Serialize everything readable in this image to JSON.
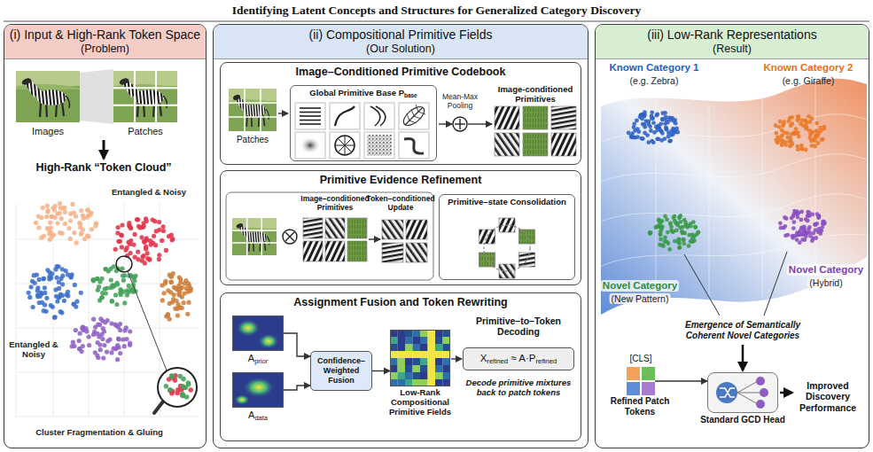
{
  "diagram": {
    "title": "Identifying Latent Concepts and Structures for Generalized Category Discovery",
    "nodes": [
      {
        "text": [
          "(i) Input & High-Rank Token Space",
          "(Problem)"
        ]
      },
      {
        "text": [
          "(ii) Compositional Primitive Fields",
          "(Our Solution)"
        ]
      },
      {
        "text": [
          "Image–Conditioned Primitive Codebook"
        ],
        "in": 1
      },
      {
        "text": [
          "Global Primitive Base Pbase"
        ],
        "in": 2
      },
      {
        "text": [
          "Primitive Evidence Refinement"
        ],
        "in": 1
      },
      {
        "text": [
          "Primitive–state Consolidation"
        ],
        "in": 4
      },
      {
        "text": [
          "Assignment Fusion and Token Rewriting"
        ],
        "in": 1
      },
      {
        "text": [
          "Aprior"
        ],
        "in": 6
      },
      {
        "text": [
          "Adata"
        ],
        "in": 6
      },
      {
        "text": [
          "Confidence–Weighted Fusion"
        ],
        "in": 6
      },
      {
        "text": [
          "Low-Rank Compositional Primitive Fields"
        ],
        "in": 6
      },
      {
        "text": [
          "Xrefined ≈ A·Prefined"
        ],
        "in": 6
      },
      {
        "text": [
          "(iii) Low-Rank Representations",
          "(Result)"
        ]
      },
      {
        "text": [
          "Refined Patch Tokens"
        ],
        "in": 12
      },
      {
        "text": [
          "Standard GCD Head"
        ],
        "in": 12
      }
    ],
    "edges": [
      {
        "from": 7,
        "to": 9,
        "arrow": "to"
      },
      {
        "from": 8,
        "to": 9,
        "arrow": "to"
      },
      {
        "from": 9,
        "to": 10,
        "arrow": "to"
      },
      {
        "from": 13,
        "to": 14,
        "arrow": "to"
      }
    ],
    "labels": [
      "Images",
      "Patches",
      "High-Rank “Token Cloud”",
      "Entangled & Noisy",
      "Entangled & Noisy",
      "Cluster Fragmentation & Gluing",
      "Patches",
      "Mean-Max Pooling",
      "Image-conditioned Primitives",
      "Image–conditioned Primitives",
      "Token–conditioned Update",
      "Primitive–to–Token Decoding",
      "Decode primitive mixtures back to patch tokens",
      "Known Category 1",
      "(e.g. Zebra)",
      "Known Category 2",
      "(e.g. Giraffe)",
      "Novel Category",
      "(New Pattern)",
      "Novel Category",
      "(Hybrid)",
      "Emergence of Semantically Coherent Novel Categories",
      "[CLS]",
      "Improved Discovery Performance"
    ]
  }
}
